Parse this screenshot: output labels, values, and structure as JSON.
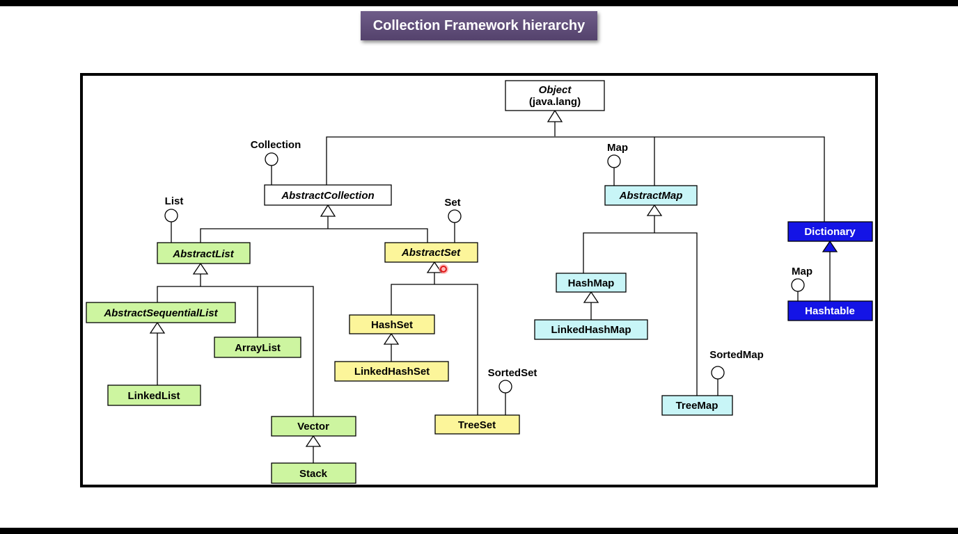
{
  "title": "Collection Framework hierarchy",
  "colors": {
    "plain": "#ffffff",
    "list": "#cdf5a0",
    "set": "#fcf59a",
    "map": "#c8f5f7",
    "legacy": "#1414e6",
    "highlight": "#e01818"
  },
  "nodes": {
    "object": {
      "line1": "Object",
      "line2": "(java.lang)"
    },
    "abstract_collection": "AbstractCollection",
    "abstract_list": "AbstractList",
    "abstract_set": "AbstractSet",
    "abstract_sequential_list": "AbstractSequentialList",
    "array_list": "ArrayList",
    "linked_list": "LinkedList",
    "vector": "Vector",
    "stack": "Stack",
    "hash_set": "HashSet",
    "linked_hash_set": "LinkedHashSet",
    "tree_set": "TreeSet",
    "abstract_map": "AbstractMap",
    "hash_map": "HashMap",
    "linked_hash_map": "LinkedHashMap",
    "tree_map": "TreeMap",
    "dictionary": "Dictionary",
    "hashtable": "Hashtable"
  },
  "interfaces": {
    "collection": "Collection",
    "list": "List",
    "set": "Set",
    "sorted_set": "SortedSet",
    "map": "Map",
    "sorted_map": "SortedMap",
    "map_hashtable": "Map"
  }
}
